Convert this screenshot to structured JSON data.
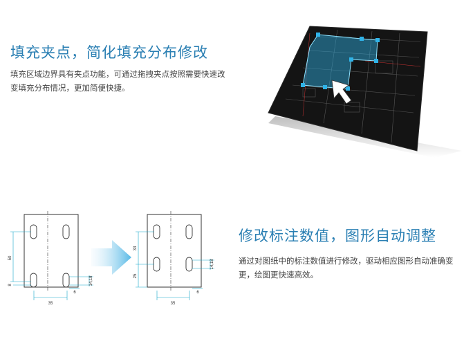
{
  "feature_fill": {
    "title": "填充夹点，简化填充分布修改",
    "description": "填充区域边界具有夹点功能，可通过拖拽夹点按照需要快速改变填充分布情况，更加简便快捷。"
  },
  "feature_dim": {
    "title": "修改标注数值，图形自动调整",
    "description": "通过对图纸中的标注数值进行修改，驱动相应图形自动准确变更，绘图更快速高效。"
  },
  "drawing_before": {
    "dims": {
      "left_top": "50",
      "left_bottom": "8",
      "right": "14,18",
      "small": "6",
      "bottom": "35"
    }
  },
  "drawing_after": {
    "dims": {
      "left_top": "33",
      "left_bottom": "25",
      "right": "14,18",
      "small": "6",
      "bottom": "35"
    }
  },
  "colors": {
    "accent": "#2a7fb3",
    "dim_line": "#12a7c9",
    "drawing_line": "#333333",
    "screen_bg": "#141414",
    "highlight": "#2fb3e8"
  }
}
